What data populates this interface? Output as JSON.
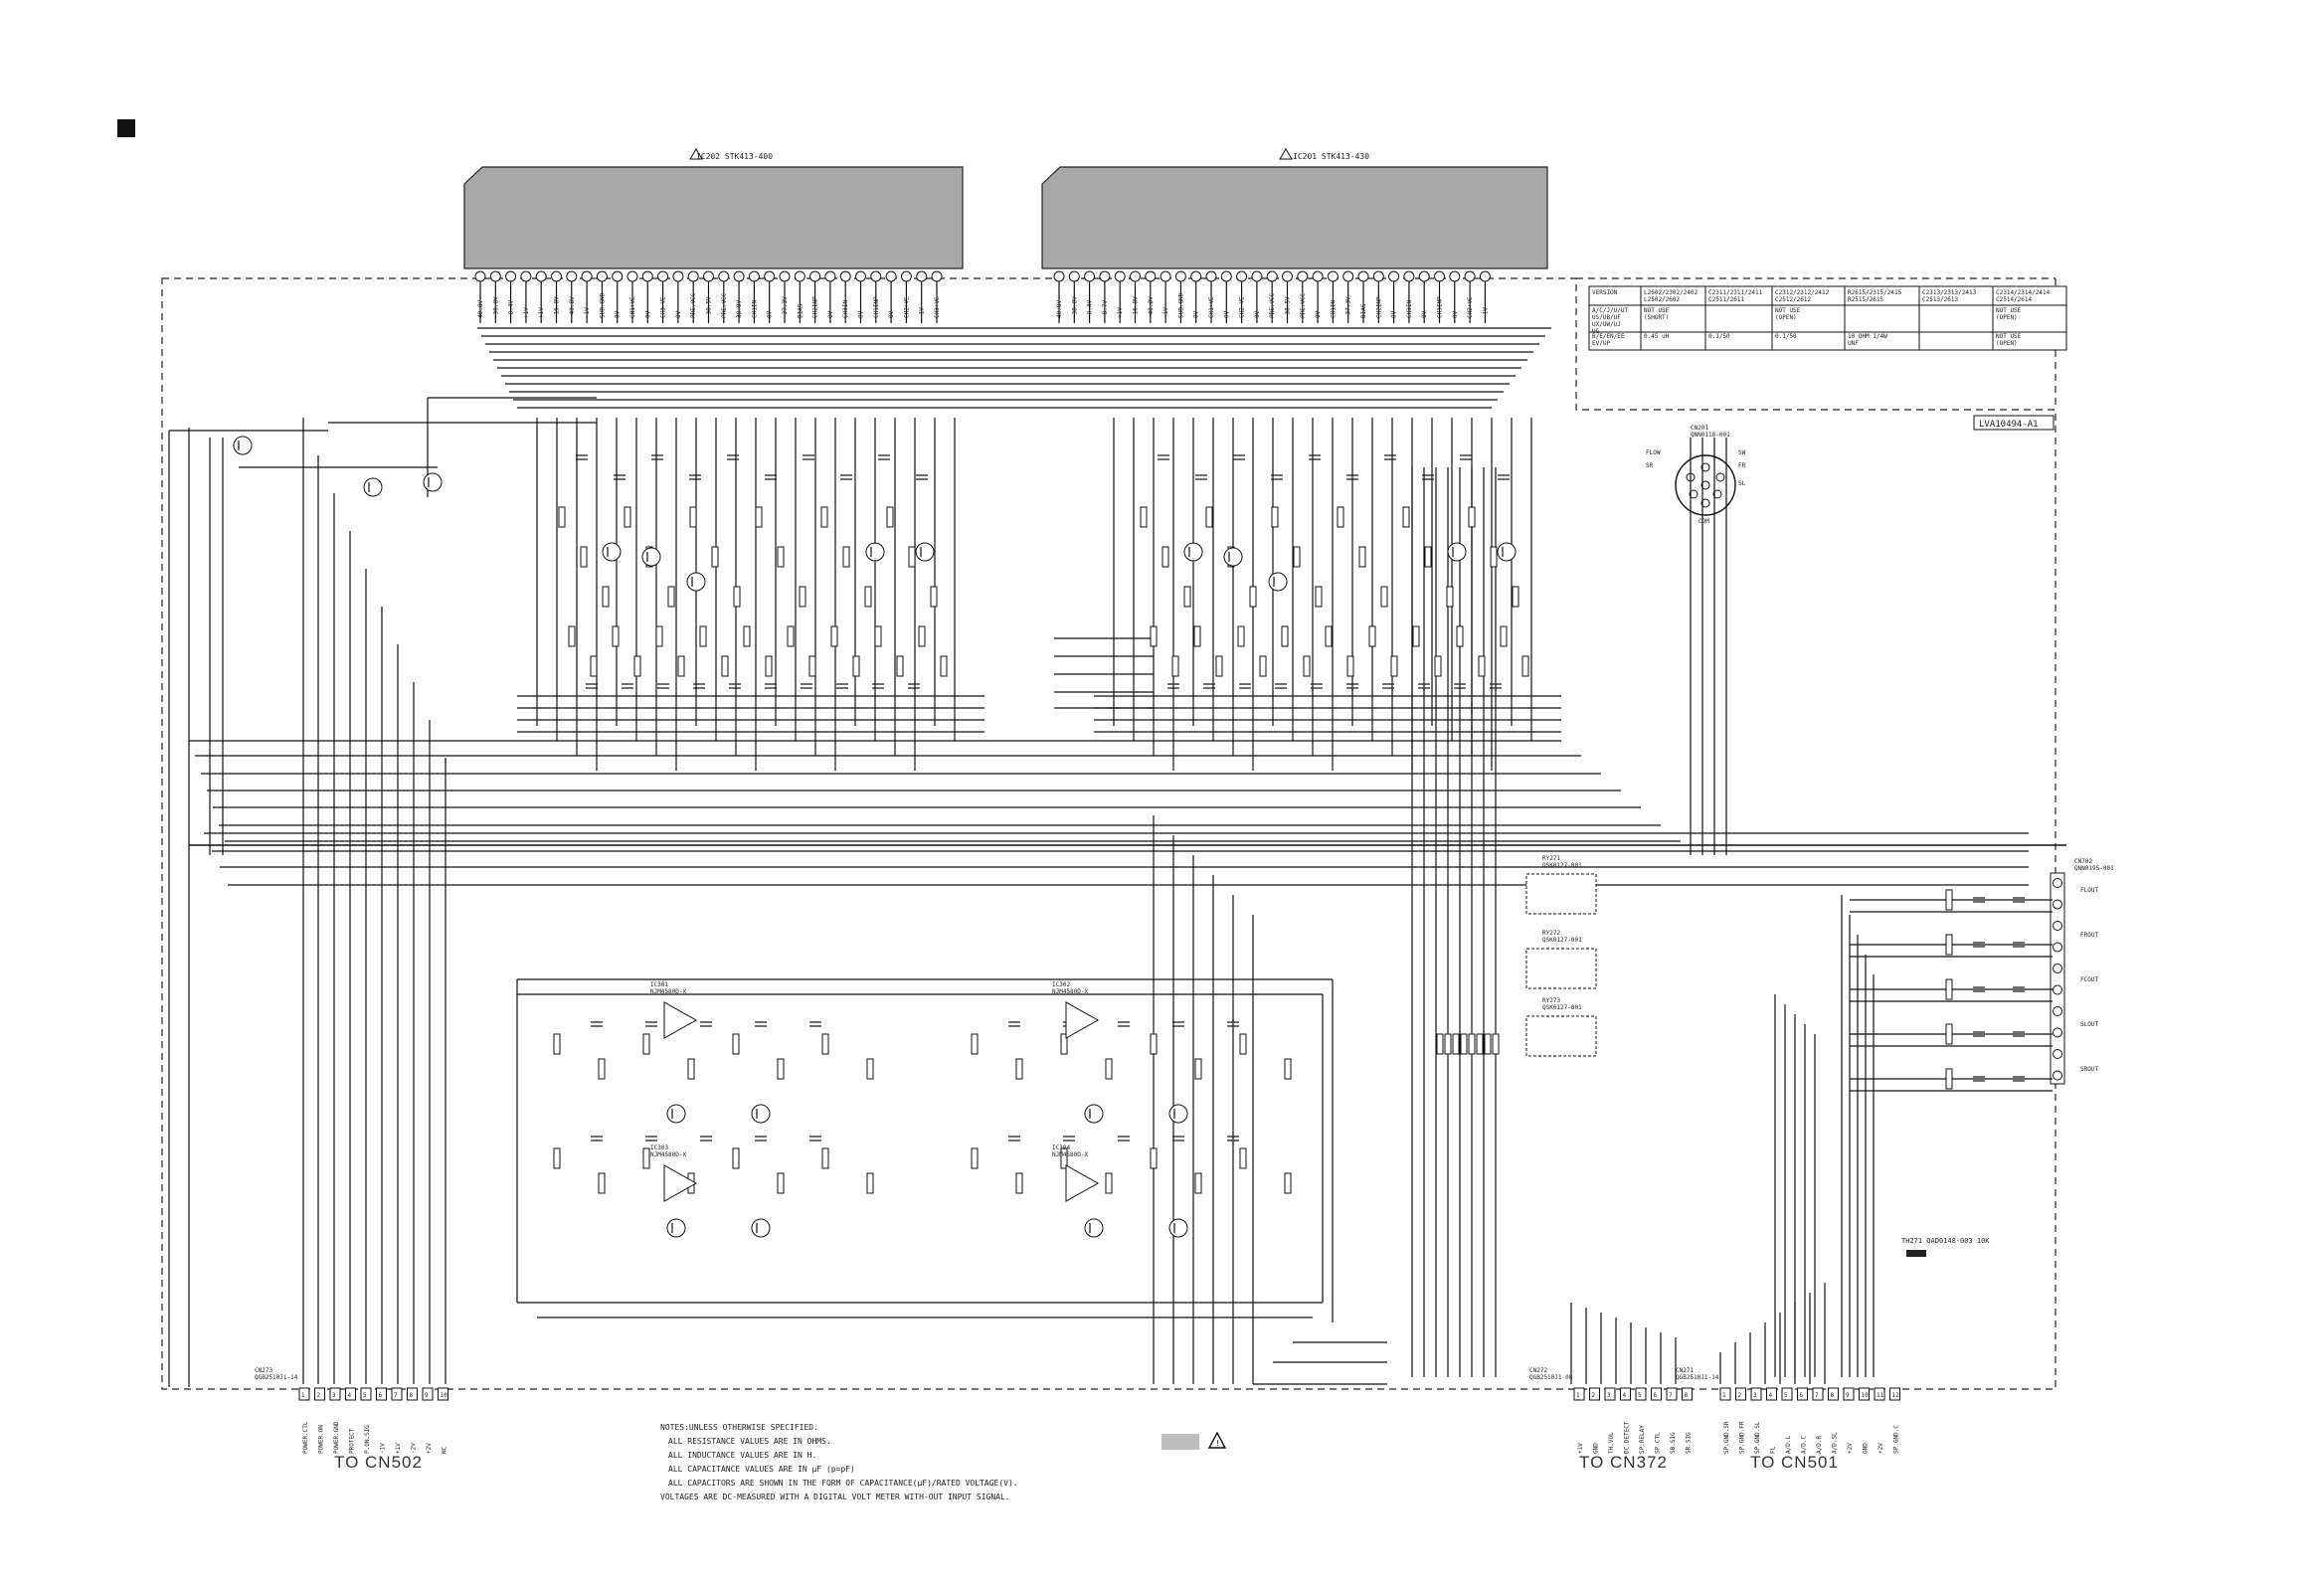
{
  "ic_labels": {
    "ic2402": "IC202  STK413-400",
    "ic2401": "IC201  STK413-430"
  },
  "board_label": "LVA10494-A1",
  "ic_left_pins": [
    "40.8V",
    "-38.8V",
    "-8.4V",
    "+1V",
    "+1V",
    "-16.8V",
    "-40.8V",
    "-1V",
    "SUB.GND",
    "0V",
    "CH1+VE",
    "0V",
    "CH3-VE",
    "0V",
    "PRE.VCC",
    "-38.5V",
    "PRE.VCC",
    "38.8V",
    "CH1IN",
    "0V",
    "-37.3V",
    "BIAS",
    "CH2INP",
    "0V",
    "CH3IN",
    "0V",
    "CH1INP",
    "0V",
    "CH2+VE",
    "-1V",
    "CH3+VE"
  ],
  "ic_right_pins": [
    "40.8V",
    "-38.8V",
    "-8.4V",
    "-8.7V",
    "+1V",
    "-16.8V",
    "-40.8V",
    "-1V",
    "SUB.GND",
    "0V",
    "CH1+VE",
    "0V",
    "CH2-VE",
    "0V",
    "PRE.VCC",
    "-38.5V",
    "PRE.VCC",
    "0V",
    "CH1IN",
    "-37.3V",
    "BIAS",
    "CH2INP",
    "0V",
    "CH3IN",
    "0V",
    "CH3INP",
    "0V",
    "CH2+VE",
    "-1V"
  ],
  "version_table": {
    "rows": [
      [
        "VERSION",
        "L2602/2302/2402\nL2502/2602",
        "C2311/2311/2411\nC2511/2611",
        "C2312/2312/2412\nC2512/2612",
        "R2615/2315/2415\nR2515/2615",
        "C2313/2313/2413\nC2513/2613",
        "C2314/2314/2414\nC2514/2614"
      ],
      [
        "A/C/J/U/UT\nUS/UB/UF\nUX/UW/UJ\nUG",
        "NOT USE\n(SHORT)",
        "",
        "NOT USE\n(OPEN)",
        "",
        "",
        "NOT USE\n(OPEN)"
      ],
      [
        "B/E/EN/EE\nEV/UP",
        "0.45 uH",
        "0.1/50",
        "0.1/50",
        "10 OHM 1/4W\nUNF",
        "",
        "NOT USE\n(OPEN)"
      ]
    ]
  },
  "speaker_jack": {
    "title": "CN201\nQNN0118-001",
    "labels": [
      "FLOW",
      "SR",
      "SW",
      "FR",
      "SL",
      "COM"
    ]
  },
  "terminal_block": {
    "title": "CN702\nQNN0195-001",
    "pins": [
      "FLOUT",
      "FROUT",
      "FCOUT",
      "SLOUT",
      "SROUT"
    ]
  },
  "relays": [
    "RY271\nQSK0127-001",
    "RY272\nQSK0127-001",
    "RY273\nQSK0127-001"
  ],
  "thermistor": "TH271\nQAD0148-003\n10K",
  "op_amps": [
    "IC301\nNJM4580D-X",
    "IC302\nNJM4580D-X",
    "IC303\nNJM4580D-X",
    "IC304\nNJM4580D-X"
  ],
  "connectors": {
    "cn273": {
      "id": "CN273\nQGB2510J1-14",
      "pins": [
        "POWER.CTL",
        "POWER.ON",
        "POWER.GND",
        "PROTECT",
        "P.ON.SIG",
        "-1V",
        "+1V",
        "-2V",
        "+2V",
        "NC"
      ]
    },
    "cn272": {
      "id": "CN272\nQGB2510J1-08",
      "pins": [
        "+1V",
        "GND",
        "TH.VOL",
        "DC.DETECT",
        "SP.RELAY",
        "SP.CTL",
        "SB.SIG",
        "SR.SIG"
      ]
    },
    "cn271": {
      "id": "CN271\nQGB2510J1-14",
      "pins": [
        "SP.GND.SR",
        "SP.GND.FR",
        "SP.GND.SL",
        "FL",
        "A/D.L",
        "A/D.C",
        "A/D.R",
        "A/D.SL",
        "+2V",
        "GND",
        "+2V",
        "SP.GND.C"
      ]
    }
  },
  "to_labels": [
    "TO CN502",
    "TO CN372",
    "TO CN501"
  ],
  "notes": [
    "NOTES:UNLESS OTHERWISE SPECIFIED.",
    "ALL RESISTANCE VALUES ARE IN OHMS.",
    "ALL INDUCTANCE VALUES ARE IN H.",
    "ALL CAPACITANCE VALUES ARE IN μF (p=pF)",
    "ALL CAPACITORS ARE SHOWN IN THE FORM OF CAPACITANCE(μF)/RATED VOLTAGE(V).",
    "VOLTAGES ARE DC-MEASURED WITH A DIGITAL VOLT METER WITH-OUT INPUT SIGNAL."
  ],
  "colors": {
    "ic_fill": "#a8a8a8",
    "line": "#111111",
    "legend_swatch": "#bdbdbd"
  },
  "icons": [
    "warning-triangle-icon"
  ]
}
